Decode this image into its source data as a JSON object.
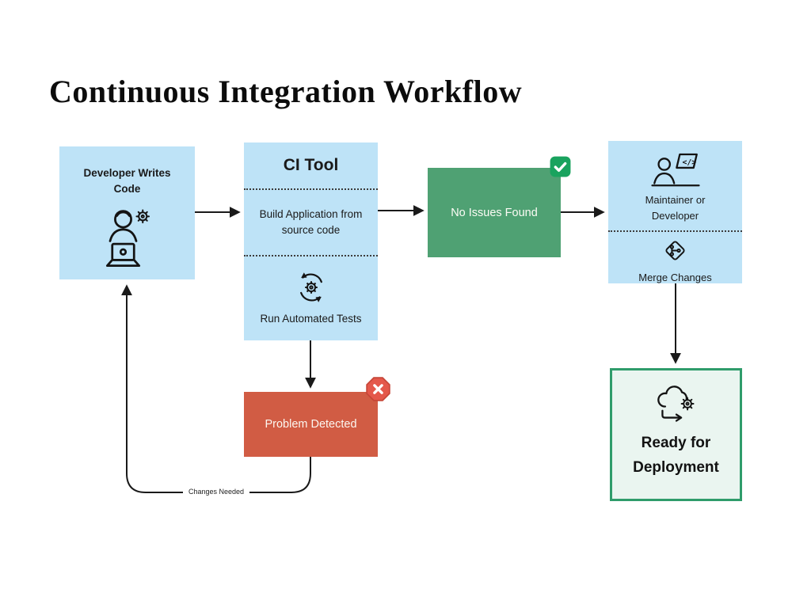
{
  "title": "Continuous Integration Workflow",
  "nodes": {
    "developer": {
      "label": "Developer Writes Code"
    },
    "ci_tool": {
      "title": "CI Tool",
      "build_step": "Build Application from source code",
      "test_step": "Run Automated Tests"
    },
    "no_issues": {
      "label": "No Issues Found"
    },
    "maintainer": {
      "label": "Maintainer or Developer",
      "merge_step": "Merge Changes"
    },
    "problem": {
      "label": "Problem Detected"
    },
    "ready": {
      "label": "Ready for Deployment"
    }
  },
  "edges": {
    "changes_needed_label": "Changes Needed"
  },
  "icons": {
    "developer": "developer-with-gear-and-laptop-icon",
    "tests": "gear-with-circular-arrows-icon",
    "maintainer": "maintainer-at-laptop-code-icon",
    "merge": "git-merge-diamond-icon",
    "deploy": "cloud-deploy-gear-icon",
    "success": "check-badge-icon",
    "failure": "cross-badge-icon"
  },
  "colors": {
    "light_blue": "#BEE3F7",
    "green": "#4FA173",
    "red": "#D15C44",
    "ready_bg": "#EAF5F0",
    "ready_border": "#2F9C6B",
    "badge_green": "#19A35E",
    "badge_red": "#E4584B",
    "arrow": "#1A1A1A",
    "text_dark": "#1A1A1A"
  }
}
